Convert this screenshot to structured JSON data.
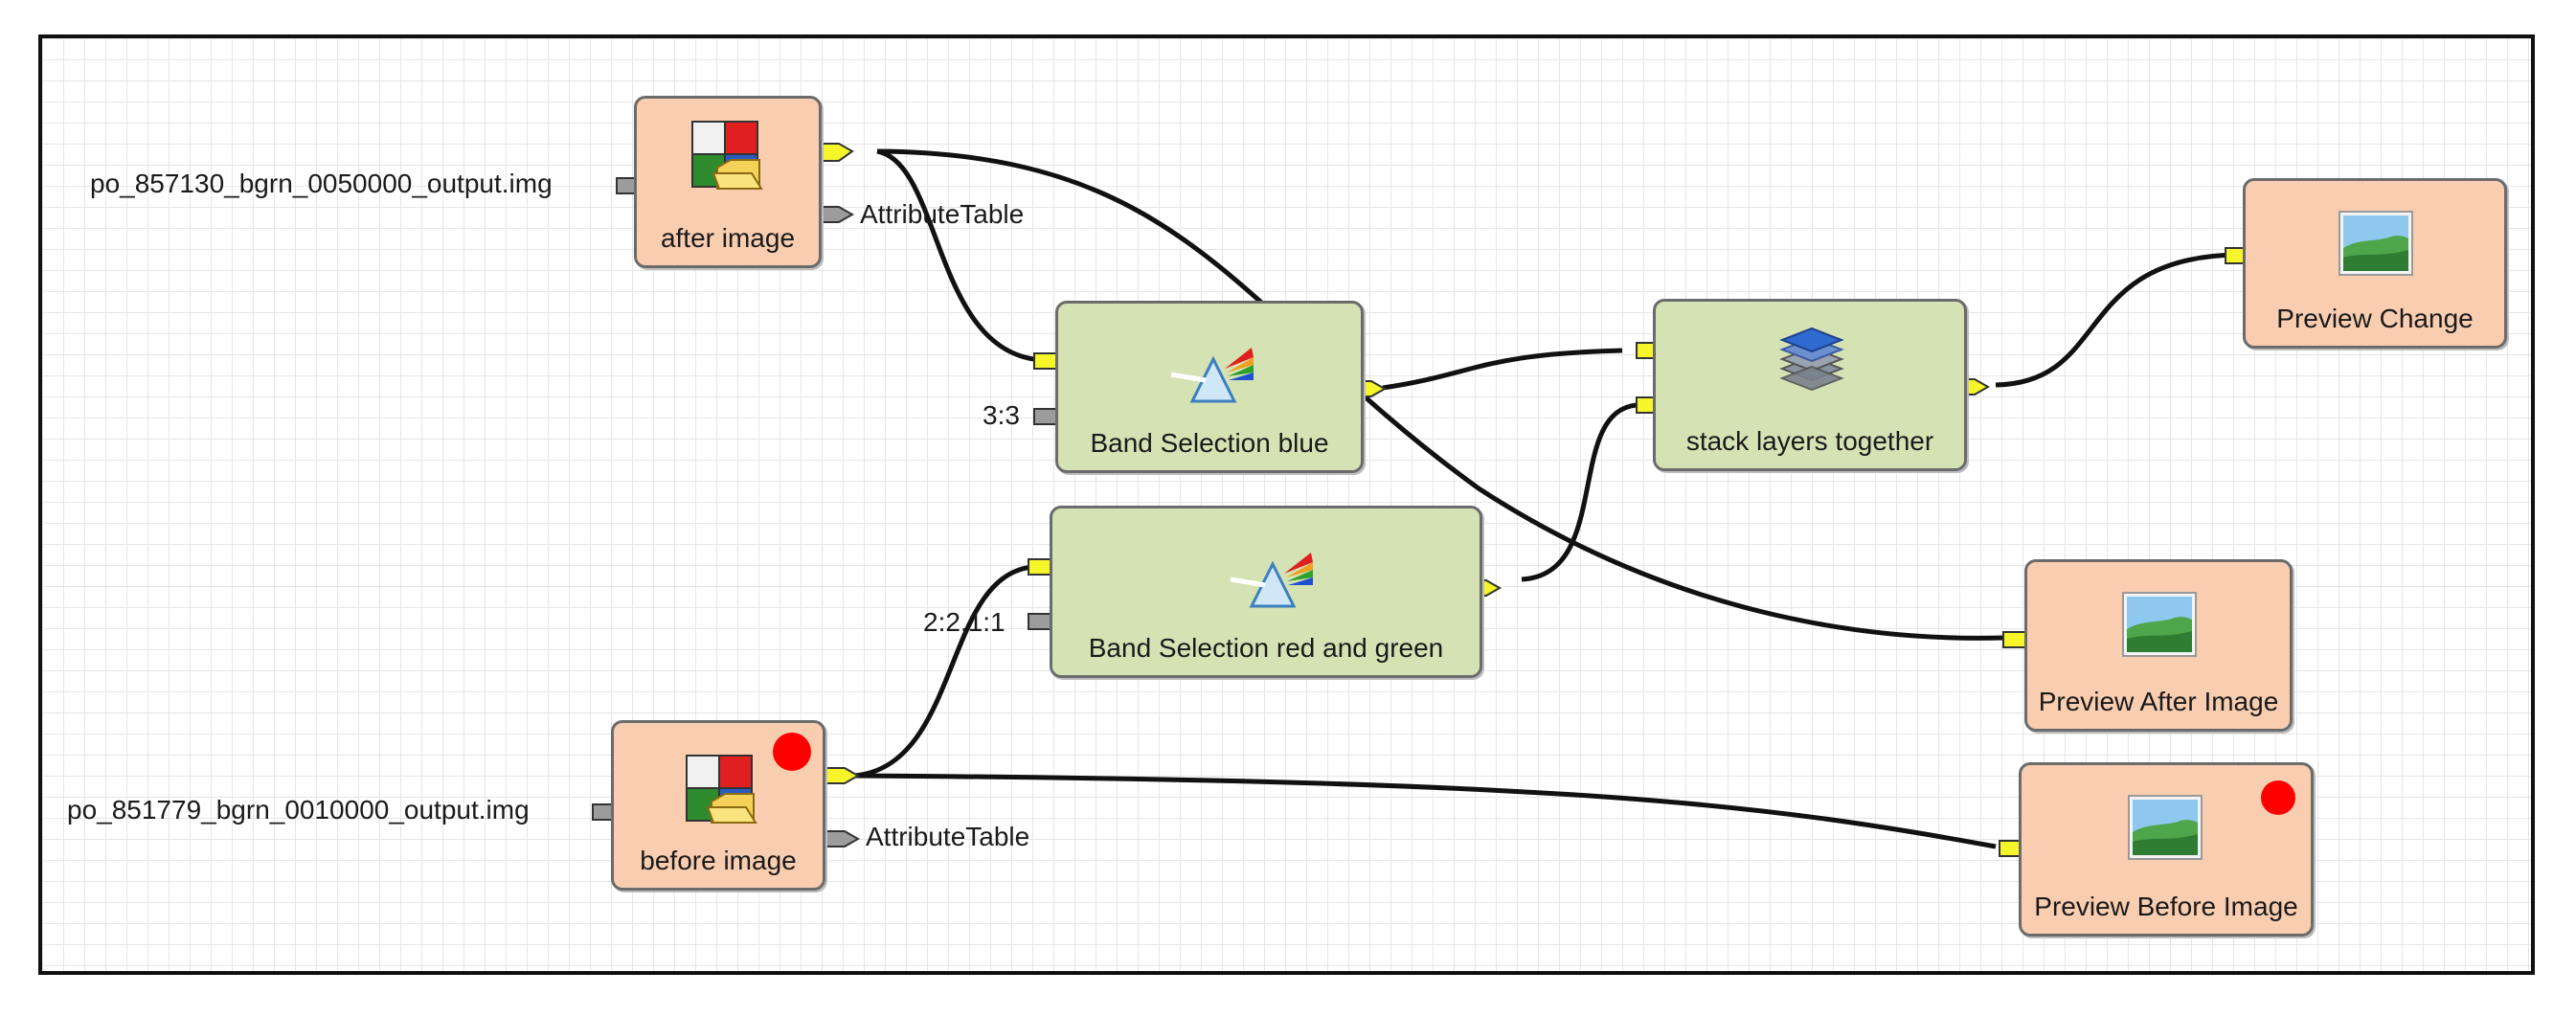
{
  "nodes": {
    "after_image": {
      "label": "after image",
      "input_file": "po_857130_bgrn_0050000_output.img",
      "output_port": "AttributeTable"
    },
    "before_image": {
      "label": "before image",
      "input_file": "po_851779_bgrn_0010000_output.img",
      "output_port": "AttributeTable"
    },
    "band_blue": {
      "label": "Band Selection blue",
      "param": "3:3"
    },
    "band_red_green": {
      "label": "Band Selection red and green",
      "param": "2:2,1:1"
    },
    "stack": {
      "label": "stack layers together"
    },
    "preview_change": {
      "label": "Preview Change"
    },
    "preview_after": {
      "label": "Preview After Image"
    },
    "preview_before": {
      "label": "Preview Before Image"
    }
  },
  "colors": {
    "data_node": "#f9cdb0",
    "process_node": "#d5e2b4",
    "data_port": "#f5f52a",
    "param_port": "#9c9c9c",
    "marker": "#ff0000"
  }
}
